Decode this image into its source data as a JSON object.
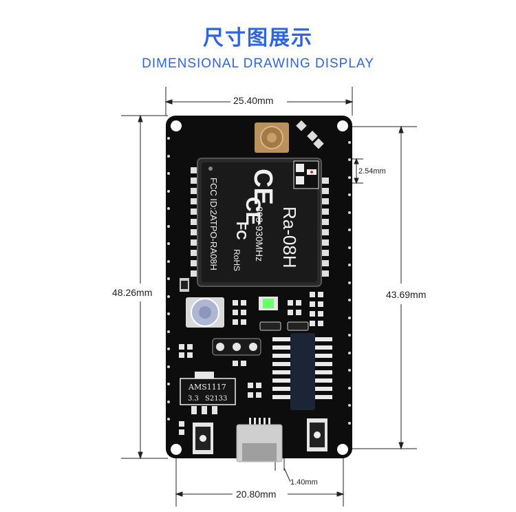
{
  "header": {
    "title_cn": "尺寸图展示",
    "title_en": "DIMENSIONAL DRAWING DISPLAY",
    "accent_color": "#2f64e0"
  },
  "dimensions": {
    "top_width": "25.40mm",
    "bottom_width": "20.80mm",
    "left_height": "48.26mm",
    "right_height": "43.69mm",
    "pin_pitch": "2.54mm",
    "usb_offset": "1.40mm"
  },
  "module": {
    "model": "Ra-08H",
    "frequency": "803-930MHz",
    "fcc_id": "FCC ID:2ATPO-RA08H",
    "rohs": "RoHS",
    "marks": [
      "CE",
      "FC"
    ]
  },
  "regulator": {
    "line1": "AMS1117",
    "line2_left": "3.3",
    "line2_right": "S2133"
  },
  "board_colors": {
    "pcb": "#111111",
    "module_shield": "#1c1c1c",
    "antenna_connector": "#b9915a",
    "led": "#6cff6c"
  }
}
